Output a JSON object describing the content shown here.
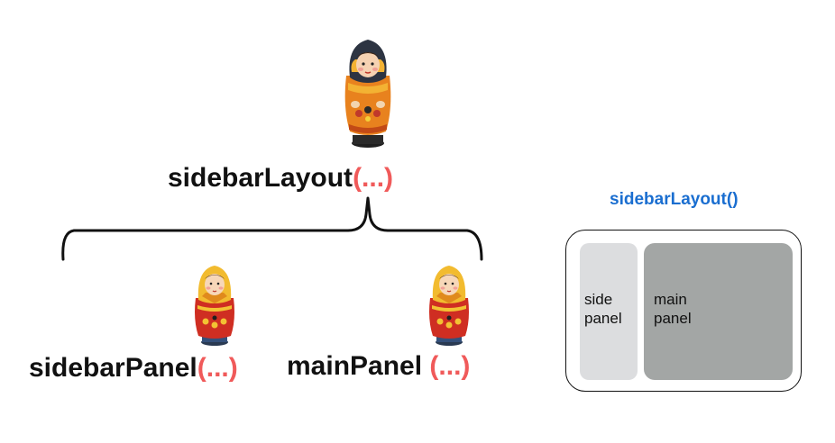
{
  "diagram": {
    "root": {
      "name": "sidebarLayout",
      "args": "(...)"
    },
    "children": [
      {
        "name": "sidebarPanel",
        "args": "(...)"
      },
      {
        "name": "mainPanel ",
        "args": "(...)"
      }
    ]
  },
  "schematic": {
    "title": "sidebarLayout()",
    "side_panel_line1": "side",
    "side_panel_line2": "panel",
    "main_panel_line1": "main",
    "main_panel_line2": "panel"
  },
  "colors": {
    "args": "#f05a5a",
    "title": "#1a6ed0",
    "side_panel": "#dcdddf",
    "main_panel": "#a3a6a5"
  },
  "icons": {
    "large_doll": "matryoshka-doll-icon",
    "small_doll": "matryoshka-doll-icon"
  }
}
